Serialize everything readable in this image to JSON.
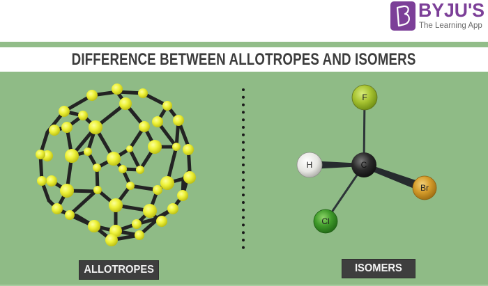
{
  "brand": {
    "name": "BYJU'S",
    "tagline": "The Learning App",
    "logo_letter": "B",
    "color": "#7c3f98"
  },
  "header": {
    "title": "DIFFERENCE BETWEEN ALLOTROPES AND ISOMERS"
  },
  "colors": {
    "panel_green": "#8fbb86",
    "stripe_green": "#92bd89",
    "label_bg": "#3e3e3e",
    "label_text": "#f2f2f2",
    "title_text": "#3c3c3c"
  },
  "left": {
    "illustration": "fullerene-c60-ball-and-stick",
    "atom_color": "#eaf03a",
    "label": "ALLOTROPES"
  },
  "right": {
    "illustration": "tetrahedral-molecule-CHFClBr",
    "label": "ISOMERS",
    "atoms": [
      {
        "symbol": "F",
        "color": "#a6c230"
      },
      {
        "symbol": "C",
        "color": "#2b2b2b"
      },
      {
        "symbol": "H",
        "color": "#eeeeea"
      },
      {
        "symbol": "Br",
        "color": "#d49b2a"
      },
      {
        "symbol": "Cl",
        "color": "#3f9a2a"
      }
    ]
  }
}
